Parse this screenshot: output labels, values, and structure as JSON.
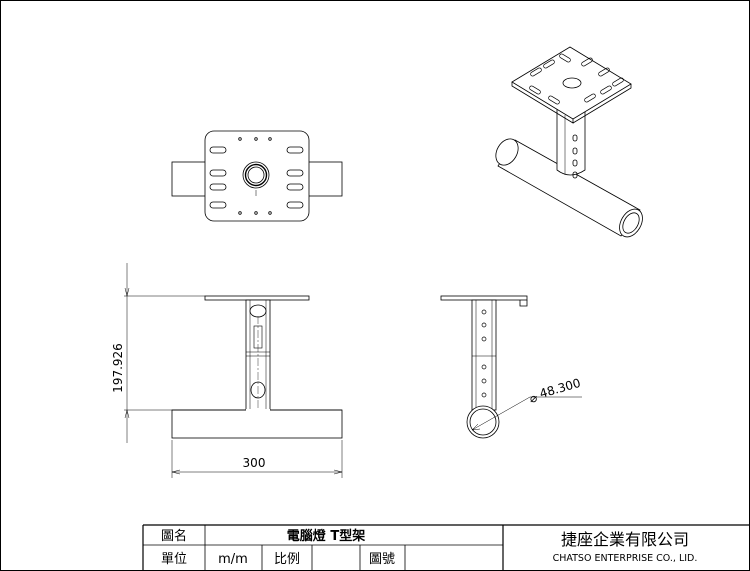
{
  "drawing": {
    "dimensions": {
      "height": "197.926",
      "width": "300",
      "diameter": "48.300",
      "diameter_symbol": "⌀"
    }
  },
  "title_block": {
    "name_label": "圖名",
    "name_value": "電腦燈 T型架",
    "unit_label": "單位",
    "unit_value": "m/m",
    "scale_label": "比例",
    "scale_value": "",
    "drawing_no_label": "圖號",
    "drawing_no_value": "",
    "company_name_zh": "捷座企業有限公司",
    "company_name_en": "CHATSO  ENTERPRISE  CO.,  LID."
  }
}
